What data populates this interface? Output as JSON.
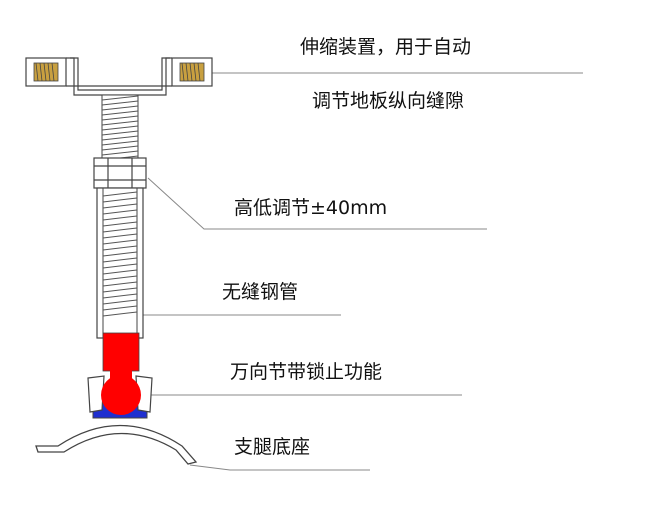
{
  "labels": {
    "telescopic_line1": "伸缩装置，用于自动",
    "telescopic_line2": "调节地板纵向缝隙",
    "height_adjust": "高低调节±40mm",
    "seamless_tube": "无缝钢管",
    "universal_joint": "万向节带锁止功能",
    "base": "支腿底座"
  },
  "colors": {
    "line": "#444444",
    "red_part": "#ff0000",
    "blue_part": "#1f2fd0",
    "bolt": "#c8a040"
  }
}
